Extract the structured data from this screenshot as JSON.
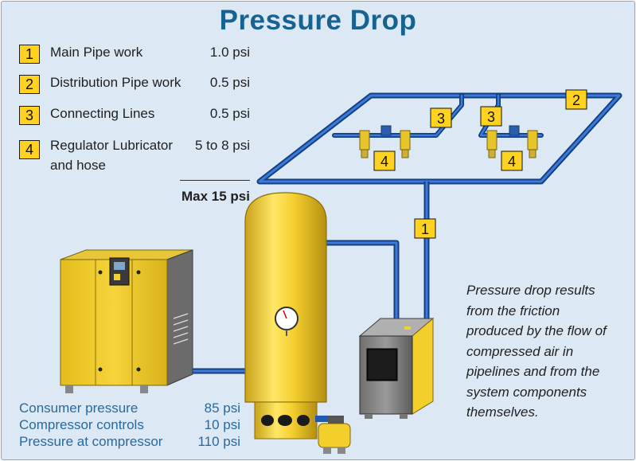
{
  "title": "Pressure Drop",
  "legend": [
    {
      "number": "1",
      "label": "Main Pipe work",
      "value": "1.0 psi"
    },
    {
      "number": "2",
      "label": "Distribution Pipe work",
      "value": "0.5 psi"
    },
    {
      "number": "3",
      "label": "Connecting Lines",
      "value": "0.5 psi"
    },
    {
      "number": "4",
      "label": "Regulator Lubricator",
      "label2": "and hose",
      "value": "5 to 8 psi"
    }
  ],
  "max_label": "Max 15 psi",
  "diagram_badges": {
    "b1": "1",
    "b2": "2",
    "b3a": "3",
    "b3b": "3",
    "b4a": "4",
    "b4b": "4"
  },
  "note_lines": [
    "Pressure drop results",
    "from the friction",
    "produced by the flow of",
    "compressed air in",
    "pipelines and from the",
    "system components",
    "themselves."
  ],
  "pressure_summary": [
    {
      "label": "Consumer pressure",
      "value": "85 psi"
    },
    {
      "label": "Compressor controls",
      "value": "10 psi"
    },
    {
      "label": "Pressure at compressor",
      "value": "110 psi"
    }
  ],
  "colors": {
    "accent_blue": "#17628f",
    "pipe_blue": "#1e59b5",
    "badge_yellow": "#ffd21f",
    "equipment_yellow": "#f2cf2b",
    "background": "#dde8f5"
  }
}
